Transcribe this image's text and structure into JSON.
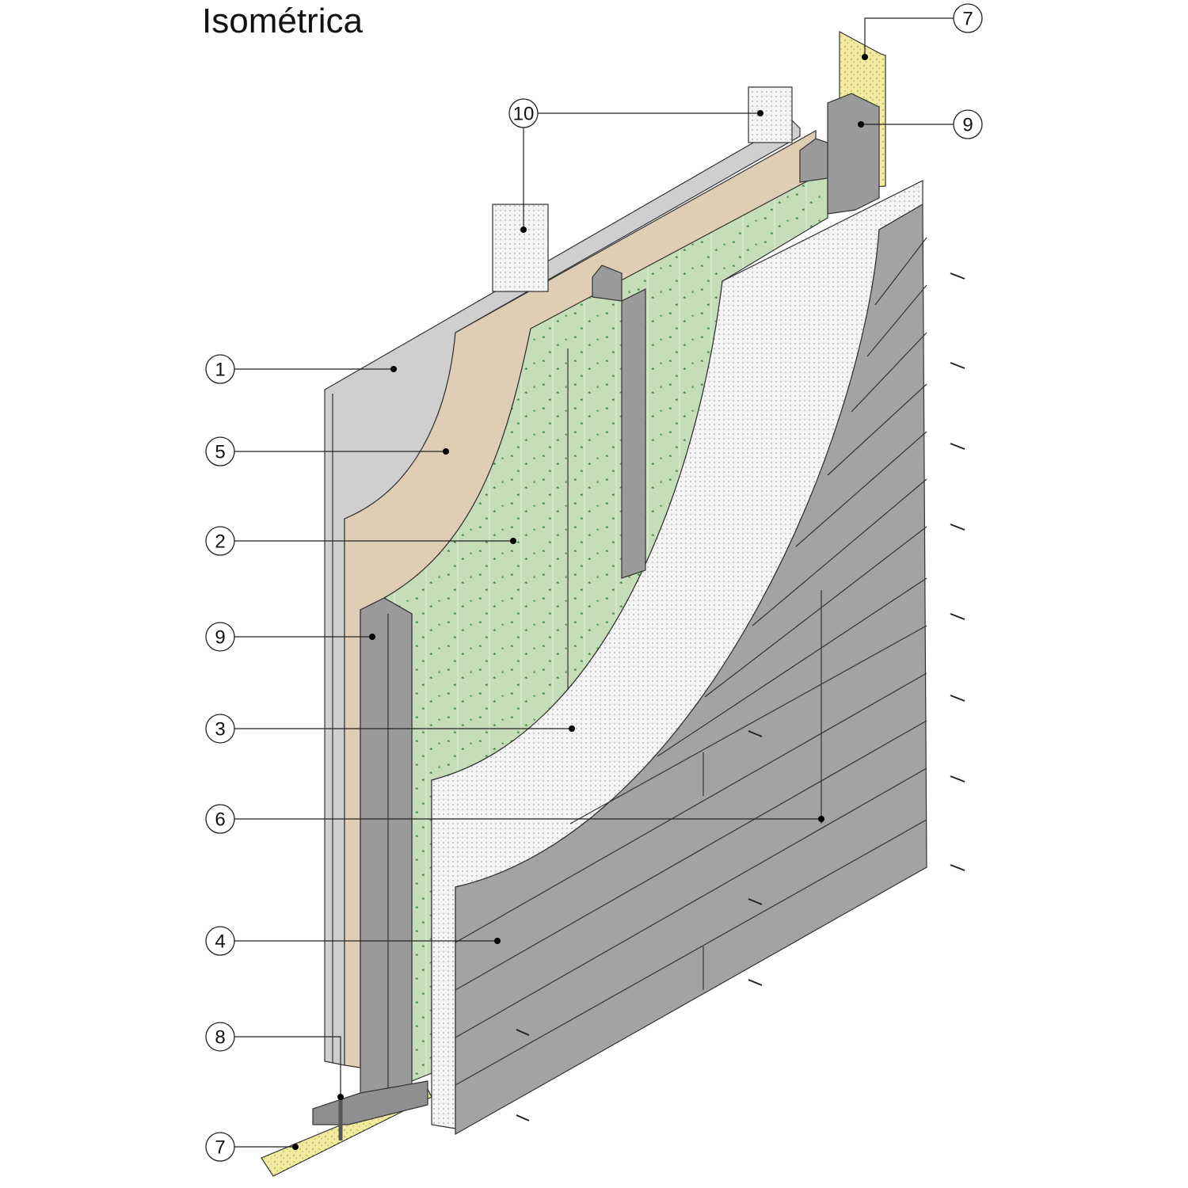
{
  "title": "Isométrica",
  "callouts": {
    "c1": "1",
    "c5": "5",
    "c2": "2",
    "c9a": "9",
    "c3": "3",
    "c6": "6",
    "c4": "4",
    "c8": "8",
    "c7a": "7",
    "c7b": "7",
    "c9b": "9",
    "c10": "10"
  },
  "colors": {
    "gypsum": "#cfcfcf",
    "osb": "#e0cdb5",
    "insulation": "#c5dcb8",
    "membrane": "#f3f3f3",
    "siding": "#a3a3a3",
    "stud": "#9a9a9a",
    "track": "#f3eca0"
  }
}
